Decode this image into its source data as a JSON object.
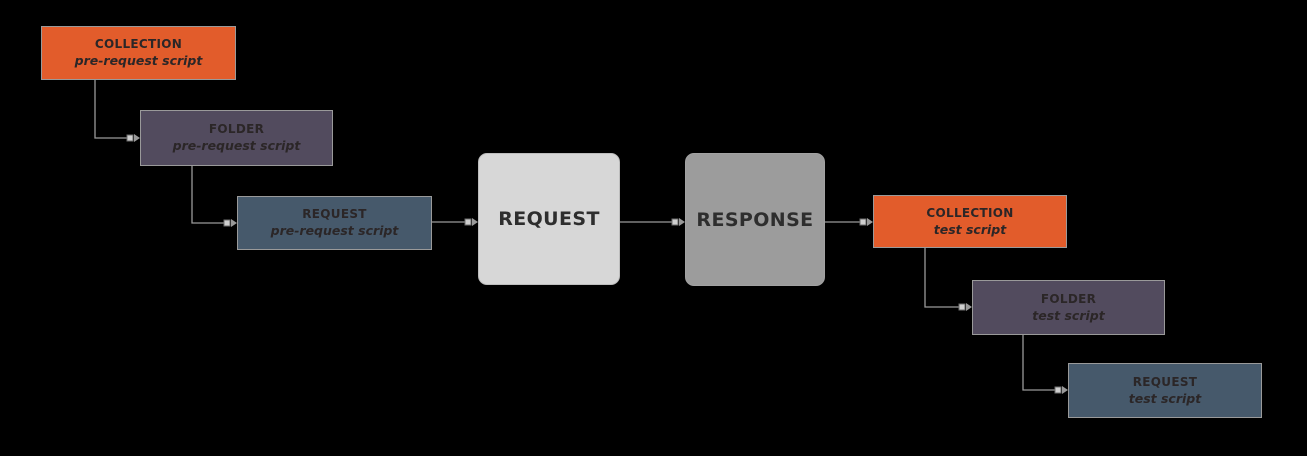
{
  "colors": {
    "background": "#000000",
    "collection_box": "#E25C2B",
    "folder_box": "#524B5E",
    "request_script_box": "#46596B",
    "request_box": "#D7D7D7",
    "response_box": "#9C9C9C",
    "connector_line": "#999999",
    "box_border": "#9A9A9A",
    "dark_text": "#2B2627"
  },
  "nodes": {
    "collection_pre": {
      "title": "COLLECTION",
      "subtitle": "pre-request script"
    },
    "folder_pre": {
      "title": "FOLDER",
      "subtitle": "pre-request script"
    },
    "request_pre": {
      "title": "REQUEST",
      "subtitle": "pre-request script"
    },
    "request": {
      "label": "REQUEST"
    },
    "response": {
      "label": "RESPONSE"
    },
    "collection_test": {
      "title": "COLLECTION",
      "subtitle": "test script"
    },
    "folder_test": {
      "title": "FOLDER",
      "subtitle": "test script"
    },
    "request_test": {
      "title": "REQUEST",
      "subtitle": "test script"
    }
  }
}
